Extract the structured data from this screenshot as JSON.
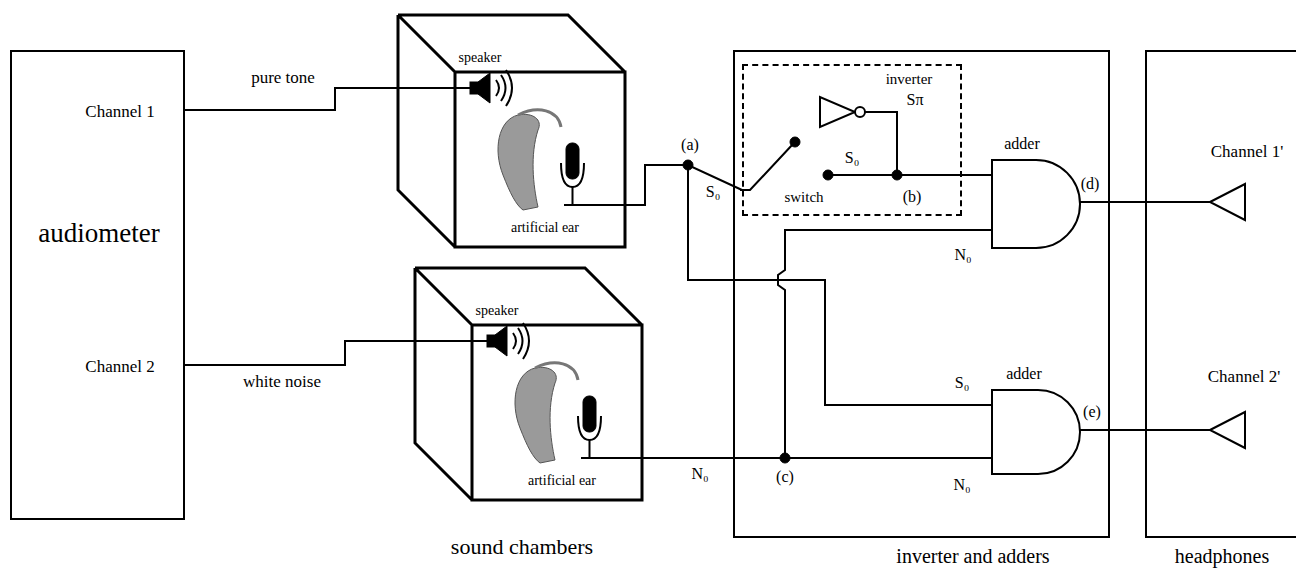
{
  "diagram": {
    "nodes": [
      {
        "text": [
          "Channel 1",
          "audiometer",
          "Channel 2"
        ]
      },
      {
        "text": [
          "speaker",
          "artificial ear"
        ]
      },
      {
        "text": [
          "speaker",
          "artificial ear"
        ]
      },
      {
        "text": [
          "inverter and adders"
        ]
      },
      {
        "text": [
          "inverter",
          "switch"
        ],
        "in": 3
      },
      {
        "text": [
          "adder"
        ],
        "in": 3
      },
      {
        "text": [
          "adder"
        ],
        "in": 3
      },
      {
        "text": [
          "headphones",
          "Channel 1'",
          "Channel 2'"
        ]
      }
    ],
    "edges": [
      {
        "from": 0,
        "to": 1,
        "arrow": "none",
        "label": "pure tone"
      },
      {
        "from": 0,
        "to": 2,
        "arrow": "none",
        "label": "white noise"
      },
      {
        "from": 1,
        "to": 4,
        "arrow": "none"
      },
      {
        "from": 1,
        "to": 6,
        "arrow": "none"
      },
      {
        "from": 2,
        "to": 5,
        "arrow": "none"
      },
      {
        "from": 2,
        "to": 6,
        "arrow": "none"
      },
      {
        "from": 4,
        "to": 5,
        "arrow": "none"
      },
      {
        "from": 5,
        "to": 7,
        "arrow": "none"
      },
      {
        "from": 6,
        "to": 7,
        "arrow": "none"
      }
    ],
    "labels": [
      "(a)",
      "S₀",
      "Sπ",
      "S₀",
      "(b)",
      "N₀",
      "S₀",
      "N₀",
      "(c)",
      "N₀",
      "(d)",
      "(e)",
      "sound chambers"
    ]
  }
}
